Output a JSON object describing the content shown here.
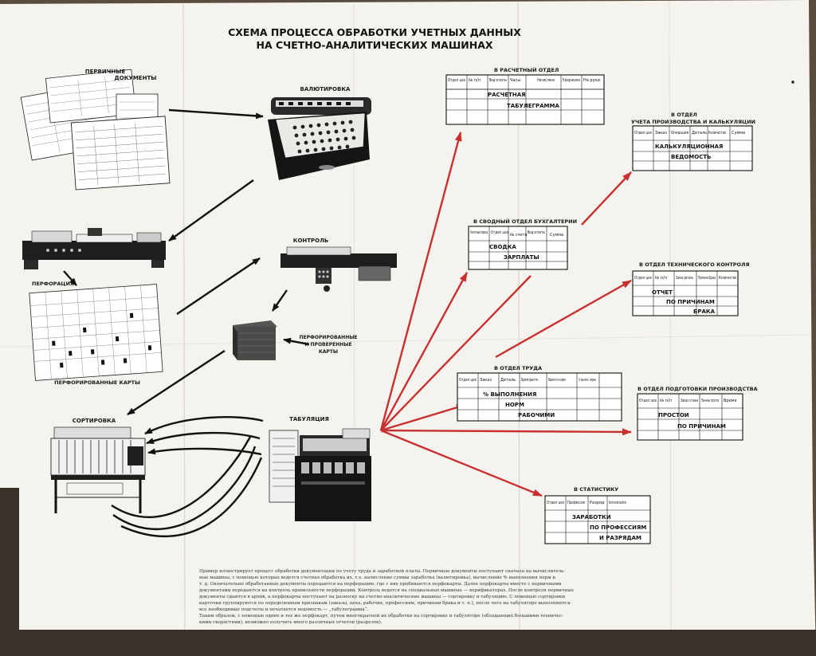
{
  "title": {
    "line1": "СХЕМА ПРОЦЕССА ОБРАБОТКИ УЧЕТНЫХ ДАННЫХ",
    "line2": "НА СЧЕТНО-АНАЛИТИЧЕСКИХ МАШИНАХ"
  },
  "machines": {
    "primary_docs_1": "ПЕРВИЧНЫЕ",
    "primary_docs_2": "ДОКУМЕНТЫ",
    "valuation": "ВАЛЮТИРОВКА",
    "perforation": "ПЕРФОРАЦИЯ",
    "control": "КОНТРОЛЬ",
    "punched_cards": "ПЕРФОРИРОВАННЫЕ КАРТЫ",
    "checked_cards_1": "ПЕРФОРИРОВАННЫЕ",
    "checked_cards_2": "И ПРОВЕРЕННЫЕ",
    "checked_cards_3": "КАРТЫ",
    "sorting": "СОРТИРОВКА",
    "tabulation": "ТАБУЛЯЦИЯ"
  },
  "departments": [
    {
      "title": "В РАСЧЕТНЫЙ ОТДЕЛ",
      "columns": [
        "Отдел цех",
        "№ п/п",
        "Вид оплаты",
        "Часы",
        "Начислено",
        "Удержано",
        "На руки"
      ],
      "line1": "РАСЧЕТНАЯ",
      "line2": "ТАБУЛЕГРАММА"
    },
    {
      "title_line1": "В ОТДЕЛ",
      "title_line2": "УЧЕТА ПРОИЗВОДСТВА И КАЛЬКУЛЯЦИИ",
      "columns": [
        "Отдел цех",
        "Заказ",
        "Операция",
        "Деталь",
        "Количество",
        "Сумма"
      ],
      "line1": "КАЛЬКУЛЯЦИОННАЯ",
      "line2": "ВЕДОМОСТЬ"
    },
    {
      "title": "В СВОДНЫЙ ОТДЕЛ БУХГАЛТЕРИИ",
      "columns": [
        "Расчетный период",
        "Отдел цех",
        "№ счета",
        "Вид оплаты",
        "Сумма"
      ],
      "line1": "СВОДКА",
      "line2": "ЗАРПЛАТЫ"
    },
    {
      "title": "В ОТДЕЛ ТЕХНИЧЕСКОГО КОНТРОЛЯ",
      "columns": [
        "Отдел цех",
        "№ п/п",
        "Заказ деталь",
        "Причина брака",
        "Количество"
      ],
      "line1": "ОТЧЕТ",
      "line2": "ПО ПРИЧИНАМ",
      "line3": "БРАКА"
    },
    {
      "title": "В ОТДЕЛ ТРУДА",
      "columns": [
        "Отдел цех",
        "Заказ",
        "Деталь",
        "Время фактич.",
        "Время по норме",
        "% выполн. нормы"
      ],
      "line1": "% ВЫПОЛНЕНИЯ",
      "line2": "НОРМ",
      "line3": "РАБОЧИМИ"
    },
    {
      "title": "В ОТДЕЛ ПОДГОТОВКИ ПРОИЗВОДСТВА",
      "columns": [
        "Отдел цех",
        "№ п/п",
        "Заказ стажа",
        "Причины простоя",
        "Время"
      ],
      "line1": "ПРОСТОИ",
      "line2": "ПО ПРИЧИНАМ"
    },
    {
      "title": "В СТАТИСТИКУ",
      "columns": [
        "Отдел цех",
        "Профессия",
        "Разряд",
        "Фактический заработок"
      ],
      "line1": "ЗАРАБОТКИ",
      "line2": "ПО ПРОФЕССИЯМ",
      "line3": "И РАЗРЯДАМ"
    }
  ],
  "footer": {
    "line1": "Пример иллюстрирует процесс обработки документации по учету труда и заработной платы. Первичные документы поступают сначала на вычислитель-",
    "line2": "ные машины, с помощью которых ведется счетная обработка их, т.е. начисление суммы заработка (валютировка), вычисление % выполнения норм и",
    "line3": "т. д. Окончательно обработанные документы передаются на перфорацию, где с них пробиваются перфокарты. Далее перфокарты вместе с первичными",
    "line4": "документами передаются на контроль правильности перфорации. Контроль ведется на специальных машинах — верификаторах. После контроля первичные",
    "line5": "документы сдаются в архив, а перфокарты поступают на разноску на счетно-аналитические машины — сортировку и табуляцию. С помощью сортировки",
    "line6": "карточки группируются по определенным признакам (заказы, цеха, рабочих, профессиям, причинам брака и т. п.), после чего на табуляторе выполняются",
    "line7": "все необходимые подсчеты и печатается ведомость — „табулеграмма“.",
    "line8": "Таким образом, с помощью одних и тех же перфокарт, путем многократной их обработки на сортировке и табуляторе (обладающих большими техничес-",
    "line9": "кими скоростями), возможно получить много различных отчетов (разрезок)."
  },
  "colors": {
    "paper": "#f4f3ee",
    "ink": "#111111",
    "red_arrow": "#c8312f",
    "background": "#5b4d3d"
  }
}
